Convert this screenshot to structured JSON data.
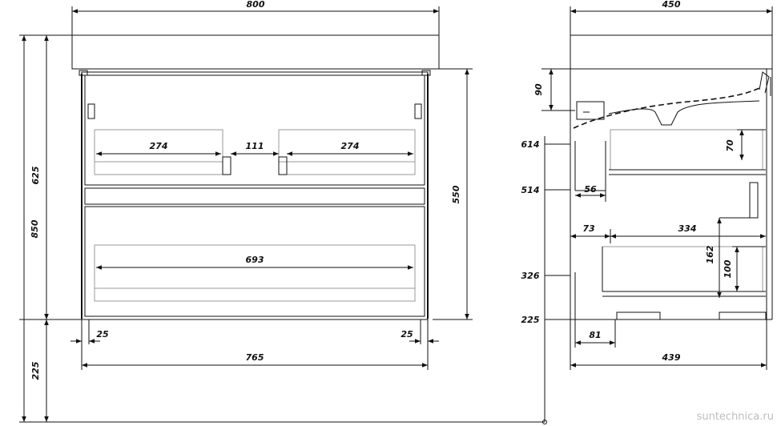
{
  "front_view": {
    "top_width": "800",
    "total_height": "850",
    "cabinet_height": "625",
    "carcass_height": "550",
    "legs_height": "225",
    "upper_drawer_left_width": "274",
    "upper_drawer_gap": "111",
    "upper_drawer_right_width": "274",
    "lower_drawer_width": "693",
    "left_offset": "25",
    "right_offset": "25",
    "carcass_width": "765"
  },
  "side_view": {
    "top_depth": "450",
    "siphon_height": "90",
    "level_614": "614",
    "level_514": "514",
    "level_326": "326",
    "level_225": "225",
    "upper_drawer_height": "70",
    "cutout_width": "56",
    "lower_offset": "73",
    "lower_drawer_depth": "334",
    "lower_drawer_height": "162",
    "lower_inner_height": "100",
    "bottom_offset": "81",
    "carcass_depth": "439"
  },
  "watermark": "suntechnica.ru"
}
